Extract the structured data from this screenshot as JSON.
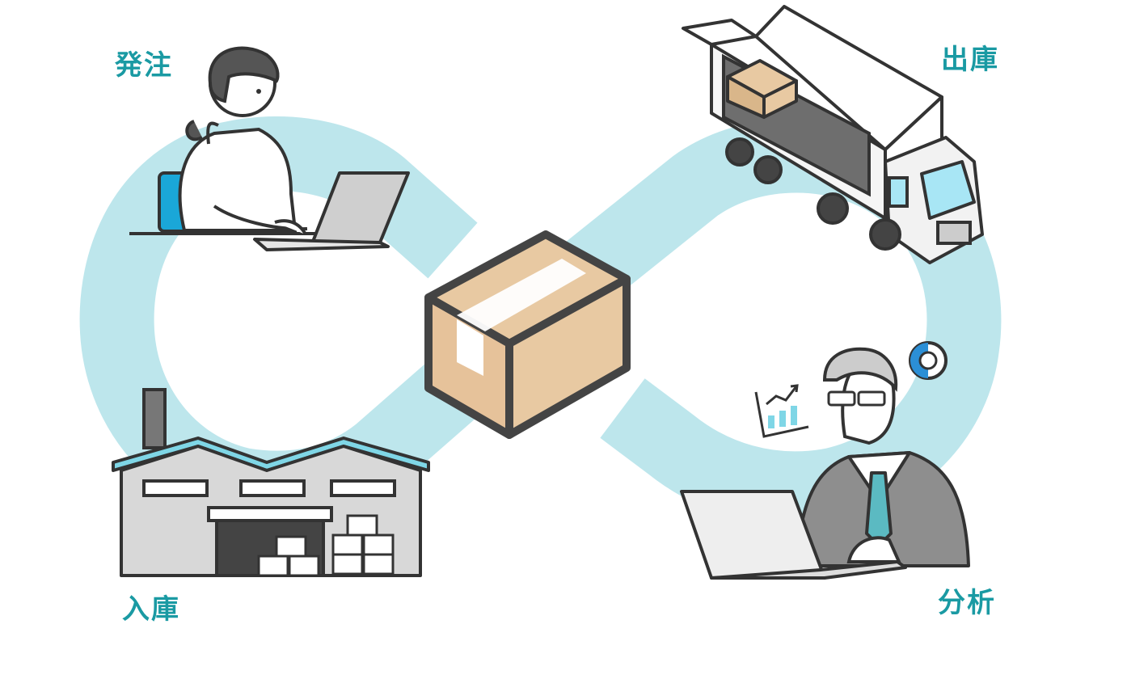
{
  "labels": {
    "order": "発注",
    "shipping_out": "出庫",
    "receiving_in": "入庫",
    "analysis": "分析"
  },
  "colors": {
    "label_teal": "#1a9aa3",
    "loop_light_blue": "#bde6ec",
    "outline": "#333333",
    "box_tan": "#e8c9a2",
    "accent_blue": "#2b8fd6",
    "accent_cyan": "#7fd6e6",
    "tie_teal": "#5bbac2"
  },
  "icons": [
    "woman-laptop-icon",
    "delivery-truck-icon",
    "cardboard-box-icon",
    "warehouse-icon",
    "businessman-laptop-icon",
    "growth-chart-icon",
    "donut-chart-icon"
  ]
}
